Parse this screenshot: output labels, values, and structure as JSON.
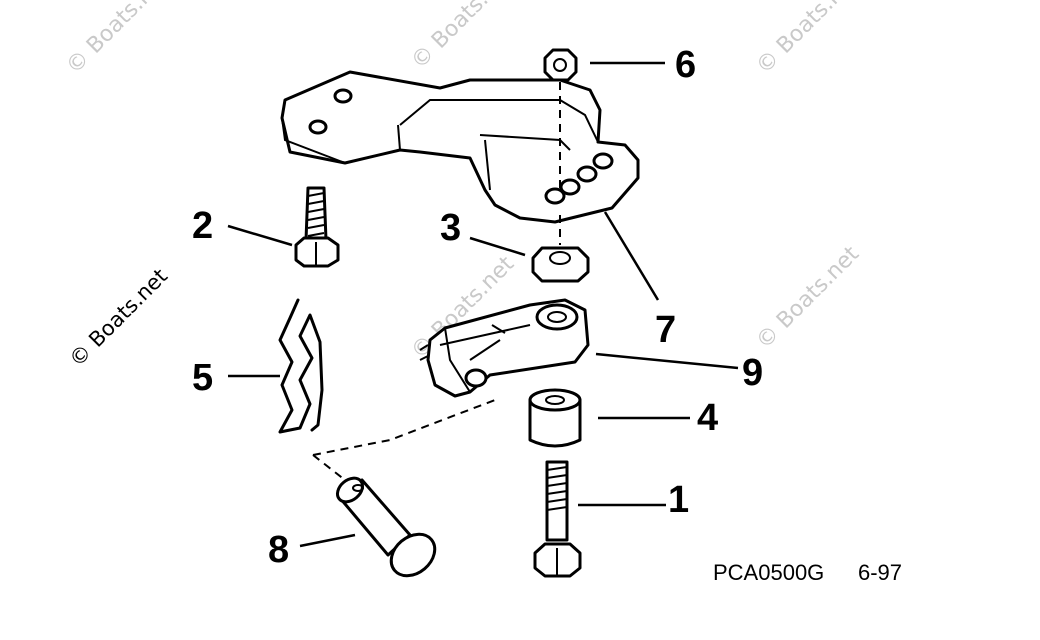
{
  "watermark": "© Boats.net",
  "callouts": {
    "c1": "1",
    "c2": "2",
    "c3": "3",
    "c4": "4",
    "c5": "5",
    "c6": "6",
    "c7": "7",
    "c8": "8",
    "c9": "9"
  },
  "figure_code": "PCA0500G",
  "revision": "6-97"
}
